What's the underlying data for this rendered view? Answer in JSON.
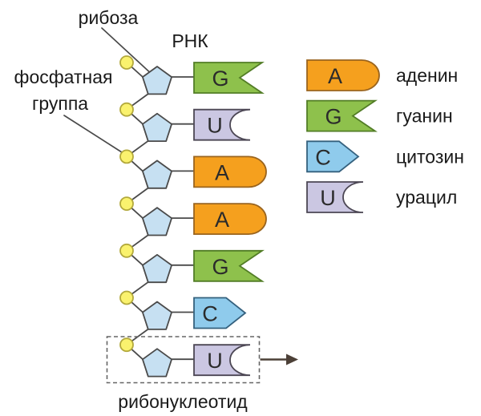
{
  "labels": {
    "rna_title": "РНК",
    "ribose": "рибоза",
    "phosphate_line1": "фосфатная",
    "phosphate_line2": "группа",
    "ribonucleotide": "рибонуклеотид"
  },
  "chain": {
    "sequence": [
      "G",
      "U",
      "A",
      "A",
      "G",
      "C",
      "U"
    ]
  },
  "legend": [
    {
      "letter": "A",
      "name": "аденин"
    },
    {
      "letter": "G",
      "name": "гуанин"
    },
    {
      "letter": "C",
      "name": "цитозин"
    },
    {
      "letter": "U",
      "name": "урацил"
    }
  ],
  "bases": {
    "A": {
      "shape": "rounded",
      "fill": "#F5A01E",
      "stroke": "#9A641E"
    },
    "G": {
      "shape": "notched",
      "fill": "#8EC14C",
      "stroke": "#527D26"
    },
    "C": {
      "shape": "pointed",
      "fill": "#8FCBEC",
      "stroke": "#35617E"
    },
    "U": {
      "shape": "socket",
      "fill": "#CBC7E2",
      "stroke": "#4C4754"
    }
  },
  "colors": {
    "ribose_fill": "#C6E0F2",
    "ribose_stroke": "#4A4A4A",
    "phosphate_fill": "#FAF26E",
    "phosphate_stroke": "#B3A93C",
    "bond": "#4A4A4A",
    "letter": "#2B2B2B",
    "label_text": "#1A1A1A",
    "dashed_outline": "#666666",
    "arrow": "#4C4037"
  }
}
